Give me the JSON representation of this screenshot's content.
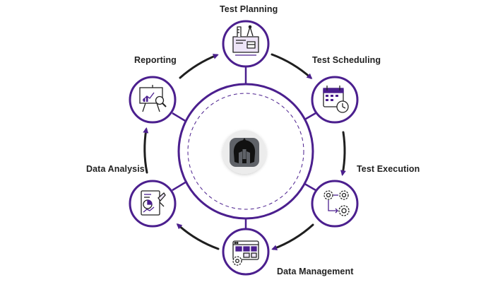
{
  "colors": {
    "primary": "#4b1f8e",
    "arrow": "#1f1f1f",
    "node_fill": "#ffffff",
    "logo_bg": "#ececec",
    "accent_light": "#ede4f7"
  },
  "center": {
    "icon": "spartan-helmet-icon"
  },
  "stages": [
    {
      "id": "test-planning",
      "label": "Test Planning",
      "icon": "blueprint-drawing-tools-icon"
    },
    {
      "id": "test-scheduling",
      "label": "Test Scheduling",
      "icon": "calendar-clock-icon"
    },
    {
      "id": "test-execution",
      "label": "Test Execution",
      "icon": "gears-flow-icon"
    },
    {
      "id": "data-management",
      "label": "Data Management",
      "icon": "browser-folders-gear-icon"
    },
    {
      "id": "data-analysis",
      "label": "Data Analysis",
      "icon": "report-pie-chart-icon"
    },
    {
      "id": "reporting",
      "label": "Reporting",
      "icon": "presentation-board-magnifier-icon"
    }
  ]
}
